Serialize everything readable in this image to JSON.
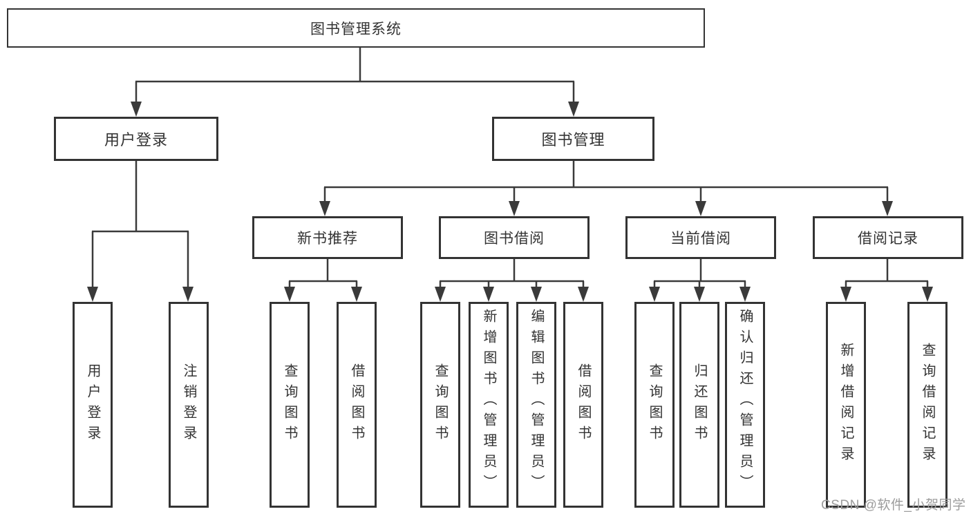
{
  "nodes": {
    "root": "图书管理系统",
    "user_login": "用户登录",
    "book_mgmt": "图书管理",
    "new_book_rec": "新书推荐",
    "book_borrow": "图书借阅",
    "current_borrow": "当前借阅",
    "borrow_records": "借阅记录",
    "ul_user_login": "用户登录",
    "ul_logout": "注销登录",
    "nr_query_book": "查询图书",
    "nr_borrow_book": "借阅图书",
    "bb_query_book": "查询图书",
    "bb_add_book": "新增图书（管理员）",
    "bb_edit_book": "编辑图书（管理员）",
    "bb_borrow_book": "借阅图书",
    "cb_query_book": "查询图书",
    "cb_return_book": "归还图书",
    "cb_confirm_return": "确认归还（管理员）",
    "br_add_record": "新增借阅记录",
    "br_query_record": "查询借阅记录"
  },
  "watermark": "CSDN @软件_小贺同学",
  "colors": {
    "line": "#3a3a3a",
    "box_border": "#333333",
    "text": "#333333",
    "background": "#ffffff",
    "watermark": "#9c9c9c"
  }
}
